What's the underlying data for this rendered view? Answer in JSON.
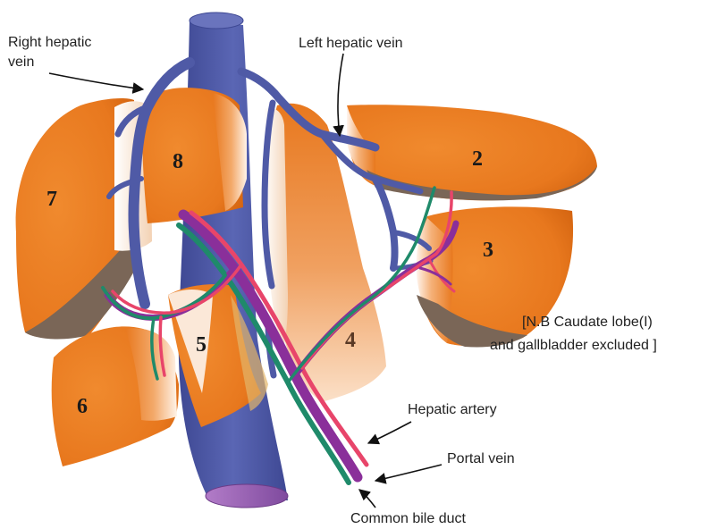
{
  "colors": {
    "liver": "#e8781e",
    "liver_dark": "#c9560c",
    "liver_light": "#fbe2cc",
    "liver_shadow": "#6e5a4a",
    "hepatic_veins": "#4f5aa6",
    "hepatic_artery": "#e8456a",
    "portal_vein": "#8a2f9a",
    "bile_duct": "#1f8a6a"
  },
  "segments": {
    "s2": "2",
    "s3": "3",
    "s4": "4",
    "s5": "5",
    "s6": "6",
    "s7": "7",
    "s8": "8"
  },
  "labels": {
    "right_hepatic_vein_1": "Right hepatic",
    "right_hepatic_vein_2": "vein",
    "left_hepatic_vein": "Left hepatic vein",
    "hepatic_artery": "Hepatic artery",
    "portal_vein": "Portal vein",
    "common_bile_duct": "Common bile duct",
    "note_1": "[N.B Caudate lobe(I)",
    "note_2": "and gallbladder  excluded ]"
  }
}
